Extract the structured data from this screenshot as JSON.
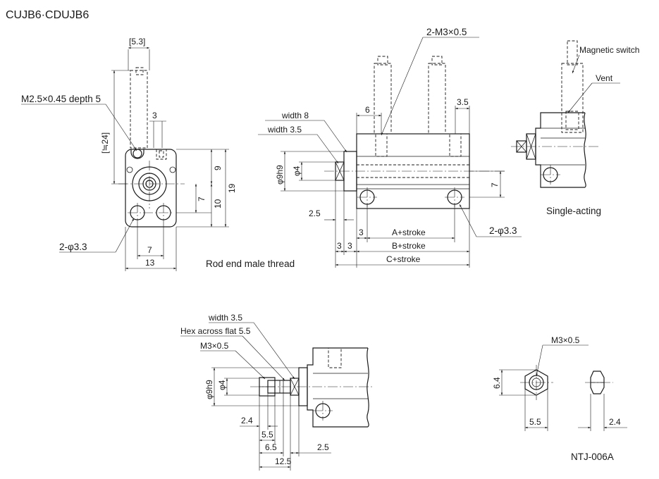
{
  "title": "CUJB6·CDUJB6",
  "drawing_number": "NTJ-006A",
  "captions": {
    "rod_end": "Rod end male thread",
    "single_acting": "Single-acting"
  },
  "side_view": {
    "dims": [
      "[5.3]",
      "M2.5×0.45 depth 5",
      "3",
      "[≒24]",
      "9",
      "19",
      "7",
      "10",
      "2-φ3.3",
      "7",
      "13"
    ]
  },
  "front_view": {
    "dims": [
      "2-M3×0.5",
      "6",
      "3.5",
      "width 8",
      "width 3.5",
      "φ9h9",
      "φ4",
      "7",
      "2.5",
      "3",
      "A+stroke",
      "2-φ3.3",
      "3",
      "3",
      "B+stroke",
      "C+stroke"
    ]
  },
  "switch_view": {
    "labels": [
      "Magnetic switch",
      "Vent"
    ]
  },
  "rod_end_detail": {
    "dims": [
      "width 3.5",
      "Hex across flat 5.5",
      "M3×0.5",
      "φ9h9",
      "φ4",
      "2.4",
      "5.5",
      "6.5",
      "2.5",
      "12.5"
    ]
  },
  "nut_detail": {
    "dims": [
      "M3×0.5",
      "6.4",
      "5.5",
      "2.4"
    ]
  }
}
